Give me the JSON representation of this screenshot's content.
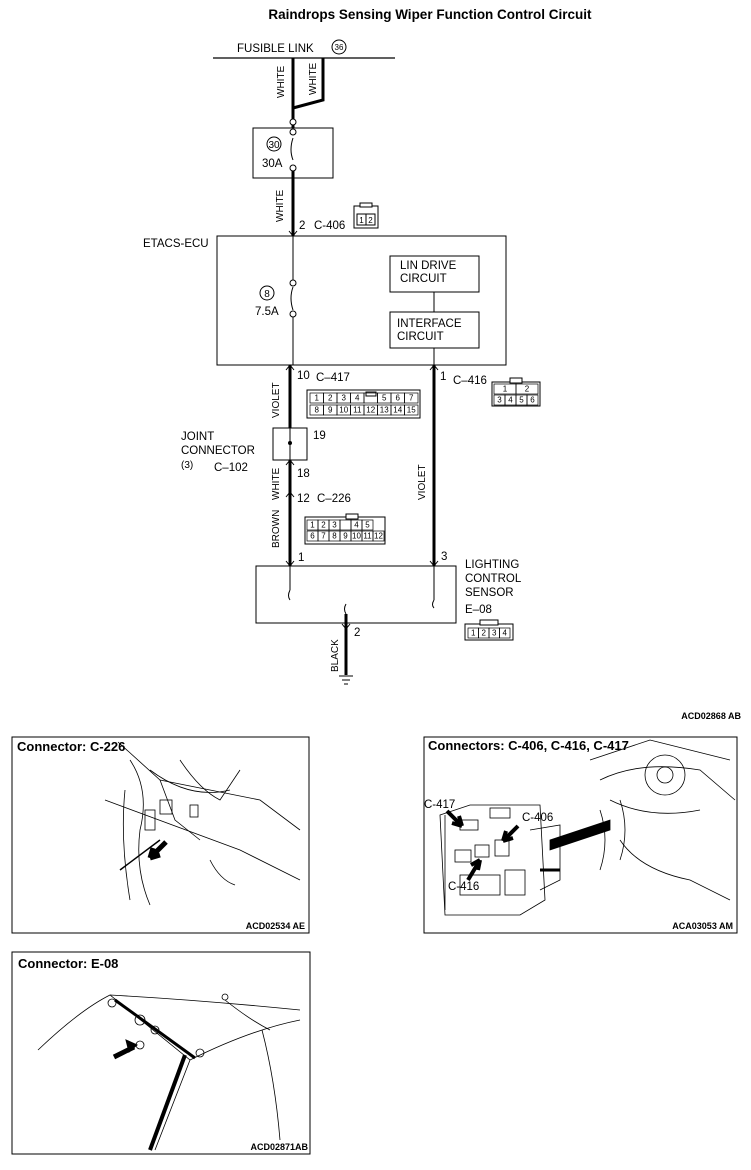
{
  "title": "Raindrops Sensing Wiper Function Control Circuit",
  "fusible_link": "FUSIBLE LINK",
  "fusible_link_no": "36",
  "fuse30": {
    "no": "30",
    "rating": "30A"
  },
  "fuse8": {
    "no": "8",
    "rating": "7.5A"
  },
  "wires": {
    "white": "WHITE",
    "violet": "VIOLET",
    "brown": "BROWN",
    "black": "BLACK"
  },
  "ecu": "ETACS-ECU",
  "lin_drive": [
    "LIN DRIVE",
    "CIRCUIT"
  ],
  "interface": [
    "INTERFACE",
    "CIRCUIT"
  ],
  "joint_connector": [
    "JOINT",
    "CONNECTOR",
    "(3)"
  ],
  "sensor": [
    "LIGHTING",
    "CONTROL",
    "SENSOR"
  ],
  "connectors": {
    "c406": "C-406",
    "c417": "C–417",
    "c416": "C–416",
    "c102": "C–102",
    "c226": "C–226",
    "e08": "E–08"
  },
  "pins": {
    "p2": "2",
    "p10": "10",
    "p1a": "1",
    "p19": "19",
    "p18": "18",
    "p12": "12",
    "p1b": "1",
    "p3": "3",
    "p2b": "2"
  },
  "c406_face": [
    "1",
    "2"
  ],
  "c417_face": {
    "row1": [
      "1",
      "2",
      "3",
      "4",
      "",
      "5",
      "6",
      "7"
    ],
    "row2": [
      "8",
      "9",
      "10",
      "11",
      "12",
      "13",
      "14",
      "15"
    ]
  },
  "c416_face": {
    "row1": [
      "1",
      "2"
    ],
    "row2": [
      "3",
      "4",
      "5",
      "6"
    ]
  },
  "c226_face": {
    "row1": [
      "1",
      "2",
      "3",
      "",
      "4",
      "5"
    ],
    "row2": [
      "6",
      "7",
      "8",
      "9",
      "10",
      "11",
      "12"
    ]
  },
  "e08_face": [
    "1",
    "2",
    "3",
    "4"
  ],
  "diagram_ref": "ACD02868 AB",
  "panels": {
    "c226": {
      "title": "Connector: C-226",
      "ref": "ACD02534 AE"
    },
    "ecu": {
      "title": "Connectors: C-406, C-416, C-417",
      "ref": "ACA03053 AM",
      "labels": [
        "C-417",
        "C-406",
        "C-416"
      ]
    },
    "e08": {
      "title": "Connector: E-08",
      "ref": "ACD02871AB"
    }
  }
}
